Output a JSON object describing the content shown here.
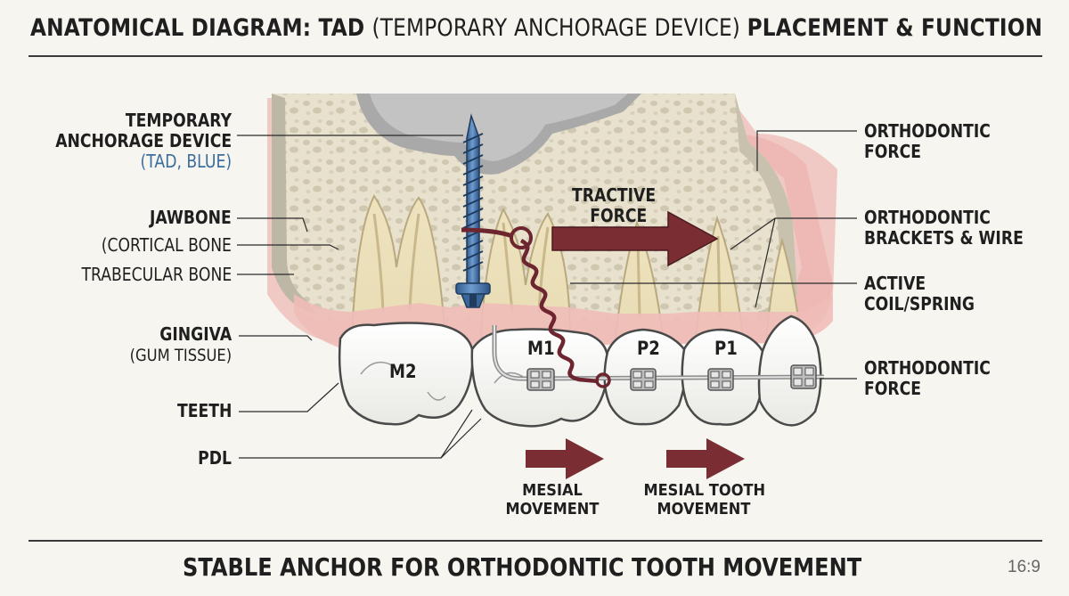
{
  "title": {
    "part1": "ANATOMICAL DIAGRAM: TAD ",
    "part2": "(TEMPORARY ANCHORAGE DEVICE) ",
    "part3": "PLACEMENT & FUNCTION"
  },
  "footer": "STABLE ANCHOR FOR ORTHODONTIC TOOTH MOVEMENT",
  "aspect_ratio": "16:9",
  "labels_left": {
    "tad_line1": "TEMPORARY",
    "tad_line2": "ANCHORAGE DEVICE",
    "tad_line3": "(TAD, BLUE)",
    "jawbone": "JAWBONE",
    "cortical": "(CORTICAL BONE",
    "trabecular": "TRABECULAR BONE",
    "gingiva_line1": "GINGIVA",
    "gingiva_line2": "(GUM TISSUE)",
    "teeth": "TEETH",
    "pdl": "PDL"
  },
  "labels_right": {
    "force_top_line1": "ORTHODONTIC",
    "force_top_line2": "FORCE",
    "brackets_line1": "ORTHODONTIC",
    "brackets_line2": "BRACKETS & WIRE",
    "coil_line1": "ACTIVE",
    "coil_line2": "COIL/SPRING",
    "force_bottom_line1": "ORTHODONTIC",
    "force_bottom_line2": "FORCE"
  },
  "tractive_force": {
    "line1": "TRACTIVE",
    "line2": "FORCE"
  },
  "tooth_labels": {
    "m2": "M2",
    "m1": "M1",
    "p2": "P2",
    "p1": "P1"
  },
  "movement_labels": {
    "mesial_line1": "MESIAL",
    "mesial_line2": "MOVEMENT",
    "tooth_line1": "MESIAL TOOTH",
    "tooth_line2": "MOVEMENT"
  },
  "colors": {
    "background": "#f7f5ef",
    "tad_blue": "#3f6fa6",
    "force_arrow": "#7a2d33",
    "gingiva": "#f0c9c4",
    "bone": "#e6e0cc",
    "tooth": "#fbfbf8"
  }
}
